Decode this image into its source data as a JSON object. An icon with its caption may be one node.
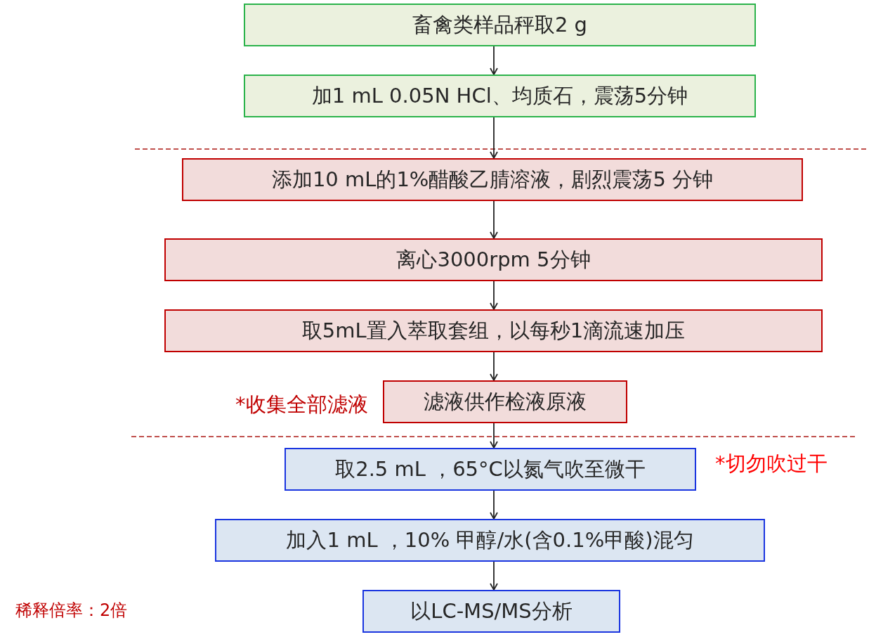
{
  "diagram": {
    "nodes": [
      {
        "text": [
          "畜禽类样品秤取2 g"
        ]
      },
      {
        "text": [
          "加1 mL 0.05N HCl、均质石，震荡5分钟"
        ]
      },
      {
        "text": [
          "添加10 mL的1%醋酸乙腈溶液，剧烈震荡5 分钟"
        ]
      },
      {
        "text": [
          "离心3000rpm 5分钟"
        ]
      },
      {
        "text": [
          "取5mL置入萃取套组，以每秒1滴流速加压"
        ]
      },
      {
        "text": [
          "滤液供作检液原液"
        ],
        "beside": [
          "*收集全部滤液"
        ]
      },
      {
        "text": [
          "取2.5 mL ，65°C以氮气吹至微干"
        ],
        "beside": [
          "*切勿吹过干"
        ]
      },
      {
        "text": [
          "加入1 mL ，10% 甲醇/水(含0.1%甲酸)混匀"
        ]
      },
      {
        "text": [
          "以LC-MS/MS分析"
        ]
      }
    ],
    "edges": [
      {
        "from": 0,
        "to": 1,
        "arrow": "to"
      },
      {
        "from": 1,
        "to": 2,
        "arrow": "to"
      },
      {
        "from": 2,
        "to": 3,
        "arrow": "to"
      },
      {
        "from": 3,
        "to": 4,
        "arrow": "to"
      },
      {
        "from": 4,
        "to": 5,
        "arrow": "to"
      },
      {
        "from": 5,
        "to": 6,
        "arrow": "to"
      },
      {
        "from": 6,
        "to": 7,
        "arrow": "to"
      },
      {
        "from": 7,
        "to": 8,
        "arrow": "to"
      }
    ],
    "labels": [
      "稀释倍率：2倍"
    ]
  }
}
